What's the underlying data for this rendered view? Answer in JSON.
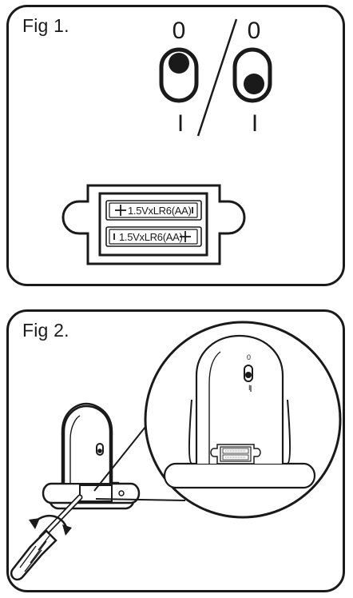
{
  "fig1": {
    "title": "Fig 1.",
    "switch_left": {
      "top_label": "0",
      "bottom_label": "I",
      "state": "0"
    },
    "switch_right": {
      "top_label": "0",
      "bottom_label": "I",
      "state": "I"
    },
    "battery_top": {
      "label": "1.5VxLR6(AA)",
      "plus_side": "left"
    },
    "battery_bottom": {
      "label": "1.5VxLR6(AA)",
      "plus_side": "right"
    }
  },
  "fig2": {
    "title": "Fig 2.",
    "zoom_switch_top_label": "0",
    "zoom_switch_bottom_label": "I"
  },
  "colors": {
    "line": "#1a1a1a",
    "background": "#ffffff"
  }
}
